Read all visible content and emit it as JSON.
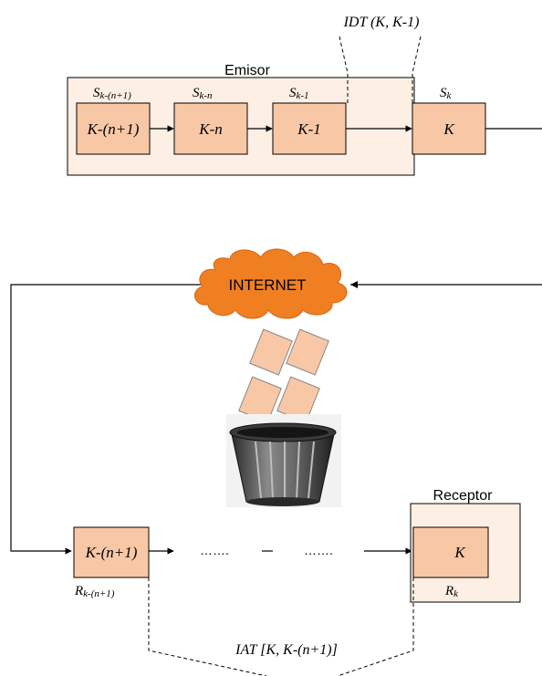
{
  "emitter": {
    "title": "Emisor",
    "boxes": [
      {
        "label": "K-(n+1)",
        "sub": "S",
        "idx": "k-(n+1)"
      },
      {
        "label": "K-n",
        "sub": "S",
        "idx": "k-n"
      },
      {
        "label": "K-1",
        "sub": "S",
        "idx": "k-1"
      },
      {
        "label": "K",
        "sub": "S",
        "idx": "k"
      }
    ],
    "idt_label": "IDT (K, K-1)"
  },
  "internet": {
    "label": "INTERNET"
  },
  "receiver": {
    "title": "Receptor",
    "first_box": {
      "label": "K-(n+1)",
      "sub": "R",
      "idx": "k-(n+1)"
    },
    "last_box": {
      "label": "K",
      "sub": "R",
      "idx": "k"
    },
    "dots": "…….",
    "dots_short": "–",
    "iat_label": "IAT [K, K-(n+1)]"
  },
  "colors": {
    "panel": "#fdefe4",
    "box": "#f8c8a6",
    "cloud": "#f07f22",
    "bin": "#5a5a5a"
  },
  "icons": [
    "cloud-icon",
    "falling-packets-icon",
    "trash-bin-icon"
  ]
}
